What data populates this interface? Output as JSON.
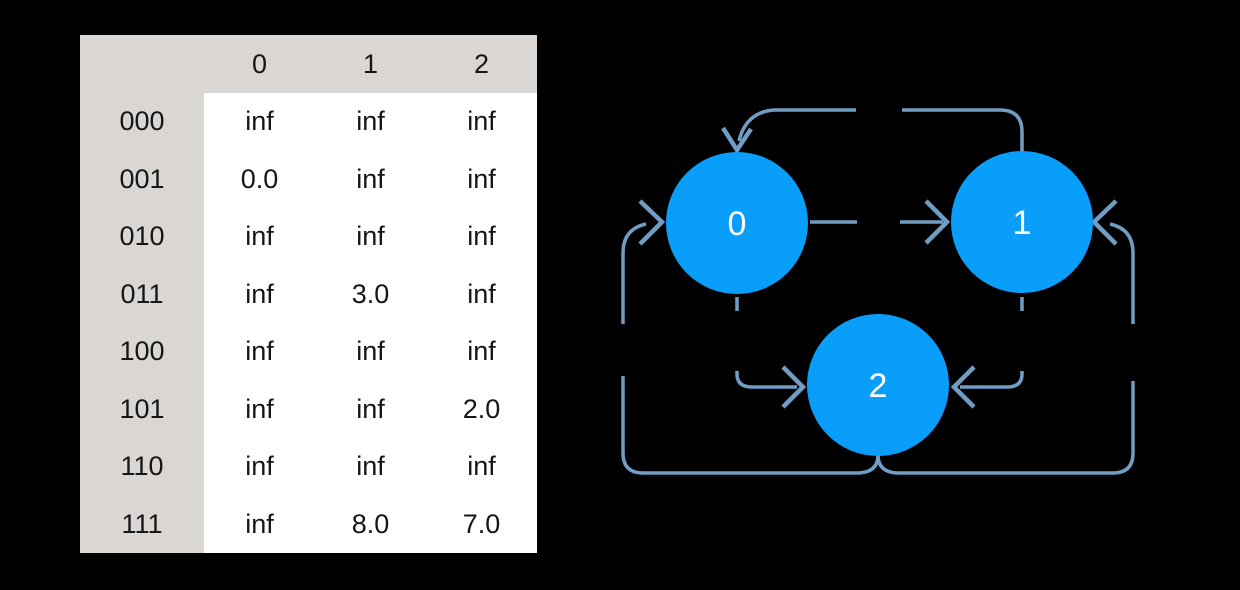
{
  "colors": {
    "page_bg": "#000000",
    "table_header_bg": "#d9d6d3",
    "table_cell_bg": "#ffffff",
    "table_text": "#161616",
    "node_fill": "#0a9efb",
    "node_label": "#ffffff",
    "edge_stroke": "#6f9dc4"
  },
  "table": {
    "corner_label": "",
    "columns": [
      "0",
      "1",
      "2"
    ],
    "rows": [
      {
        "label": "000",
        "values": [
          "inf",
          "inf",
          "inf"
        ]
      },
      {
        "label": "001",
        "values": [
          "0.0",
          "inf",
          "inf"
        ]
      },
      {
        "label": "010",
        "values": [
          "inf",
          "inf",
          "inf"
        ]
      },
      {
        "label": "011",
        "values": [
          "inf",
          "3.0",
          "inf"
        ]
      },
      {
        "label": "100",
        "values": [
          "inf",
          "inf",
          "inf"
        ]
      },
      {
        "label": "101",
        "values": [
          "inf",
          "inf",
          "2.0"
        ]
      },
      {
        "label": "110",
        "values": [
          "inf",
          "inf",
          "inf"
        ]
      },
      {
        "label": "111",
        "values": [
          "inf",
          "8.0",
          "7.0"
        ]
      }
    ]
  },
  "graph": {
    "nodes": [
      {
        "label": "0"
      },
      {
        "label": "1"
      },
      {
        "label": "2"
      }
    ],
    "edges": [
      {
        "from": "1",
        "to": "0"
      },
      {
        "from": "0",
        "to": "1"
      },
      {
        "from": "0",
        "to": "2"
      },
      {
        "from": "1",
        "to": "2"
      },
      {
        "from": "2",
        "to": "0"
      },
      {
        "from": "2",
        "to": "1"
      }
    ]
  }
}
